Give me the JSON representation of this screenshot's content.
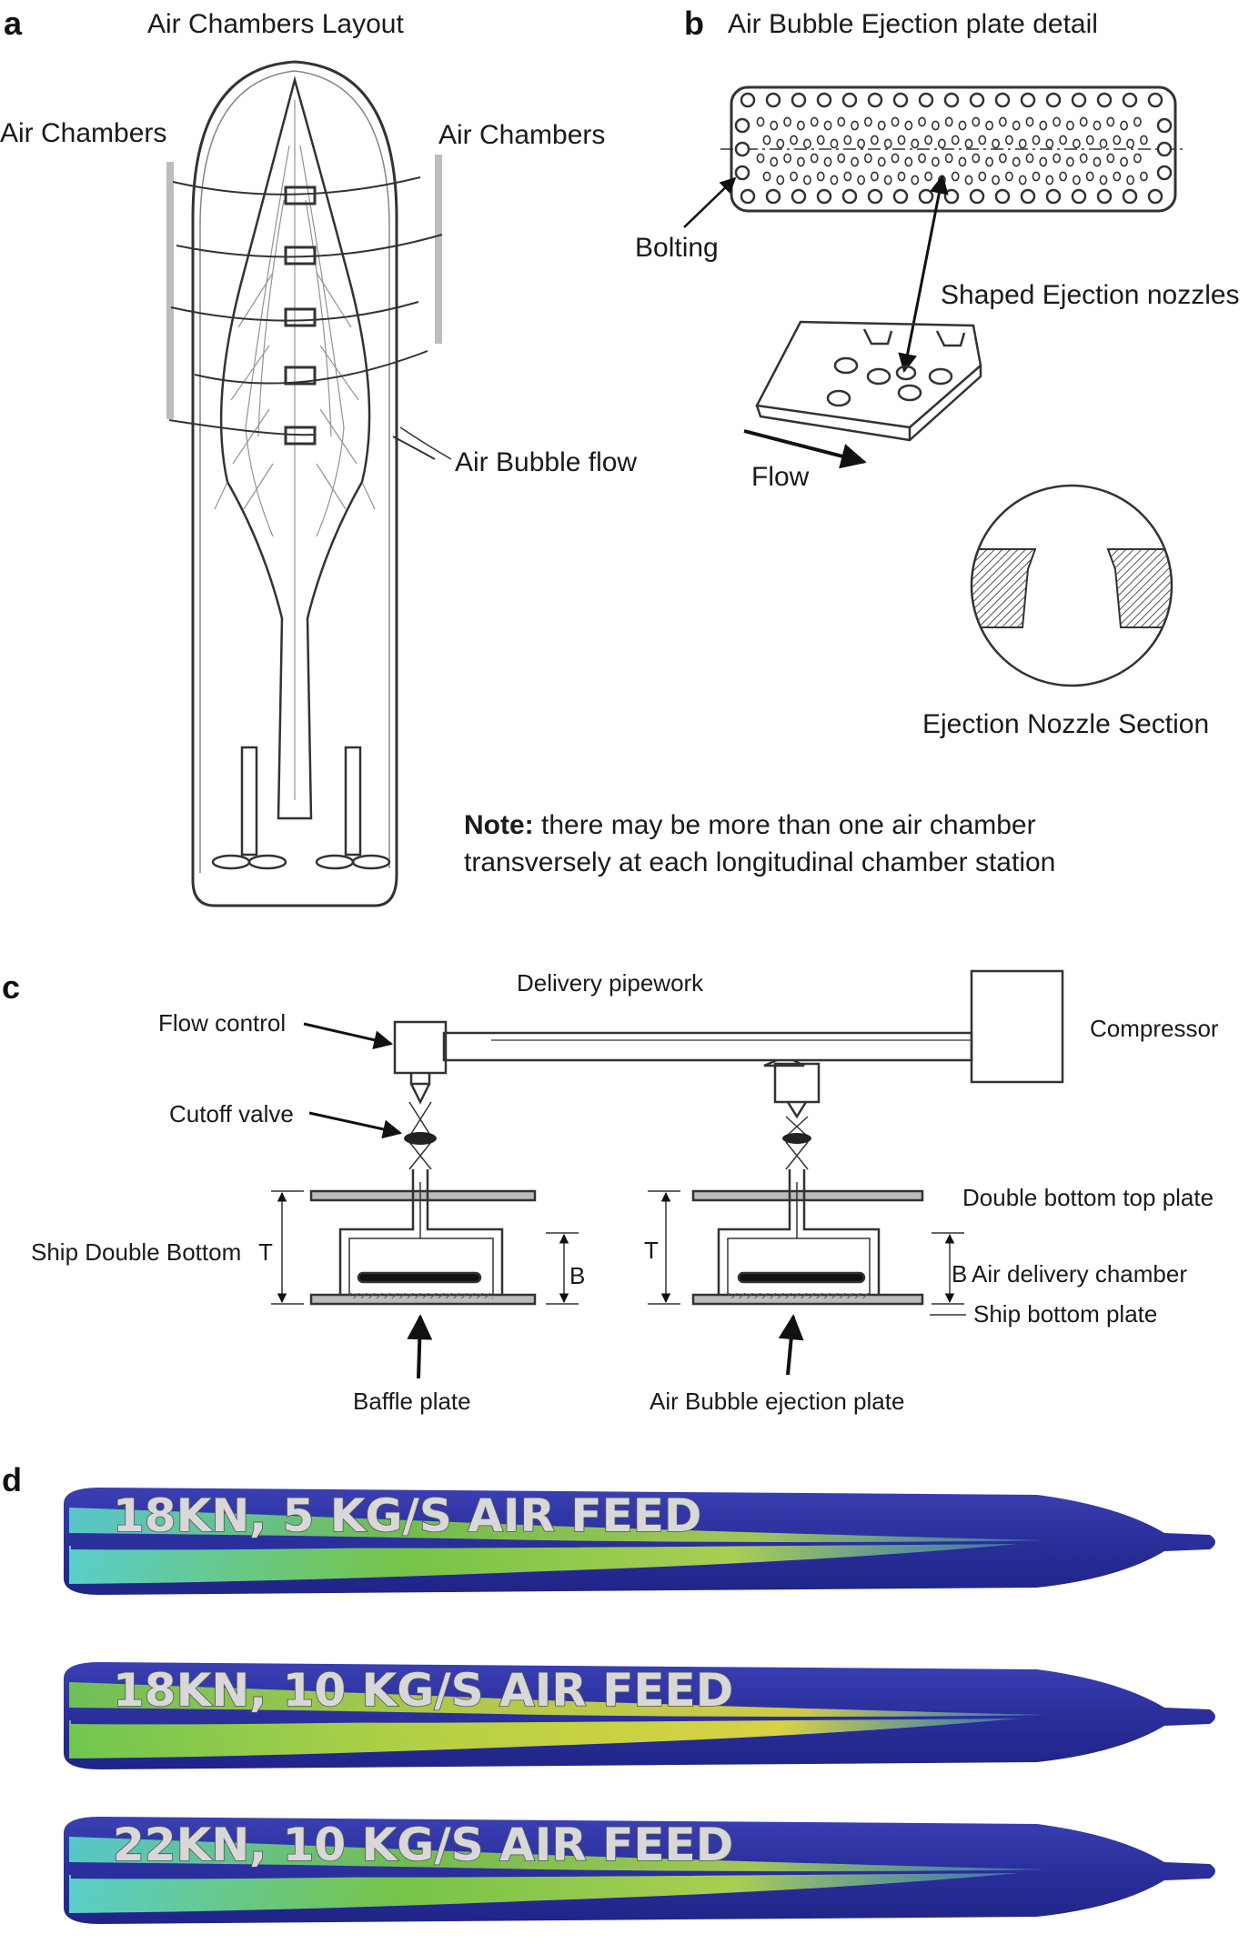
{
  "panel_a": {
    "letter": "a",
    "title": "Air Chambers Layout",
    "left_label": "Air Chambers",
    "right_label": "Air Chambers",
    "flow_label": "Air Bubble flow",
    "note_bold": "Note:",
    "note_line1": " there may be more than one air chamber",
    "note_line2": "transversely at each longitudinal chamber station"
  },
  "panel_b": {
    "letter": "b",
    "title": "Air Bubble Ejection plate detail",
    "bolting": "Bolting",
    "nozzles": "Shaped Ejection nozzles",
    "flow": "Flow",
    "section": "Ejection Nozzle Section"
  },
  "panel_c": {
    "letter": "c",
    "delivery": "Delivery pipework",
    "flow_control": "Flow control",
    "compressor": "Compressor",
    "cutoff": "Cutoff valve",
    "top_plate": "Double bottom top plate",
    "ship_double_bottom": "Ship Double Bottom",
    "t_left": "T",
    "t_right": "T",
    "b_left": "B",
    "b_right": "B",
    "air_delivery": "Air delivery chamber",
    "bottom_plate": "Ship bottom plate",
    "baffle": "Baffle plate",
    "ejection_plate": "Air Bubble ejection plate"
  },
  "panel_d": {
    "letter": "d",
    "runs": [
      {
        "label": "18KN, 5 KG/S AIR FEED"
      },
      {
        "label": "18KN, 10 KG/S AIR FEED"
      },
      {
        "label": "22KN, 10 KG/S AIR FEED"
      }
    ]
  },
  "colors": {
    "hull": "#2b2f9a",
    "wake_light": "#57d6c4",
    "wake_green": "#79d33a",
    "wake_yellow": "#e8e437",
    "ink": "#333333"
  }
}
